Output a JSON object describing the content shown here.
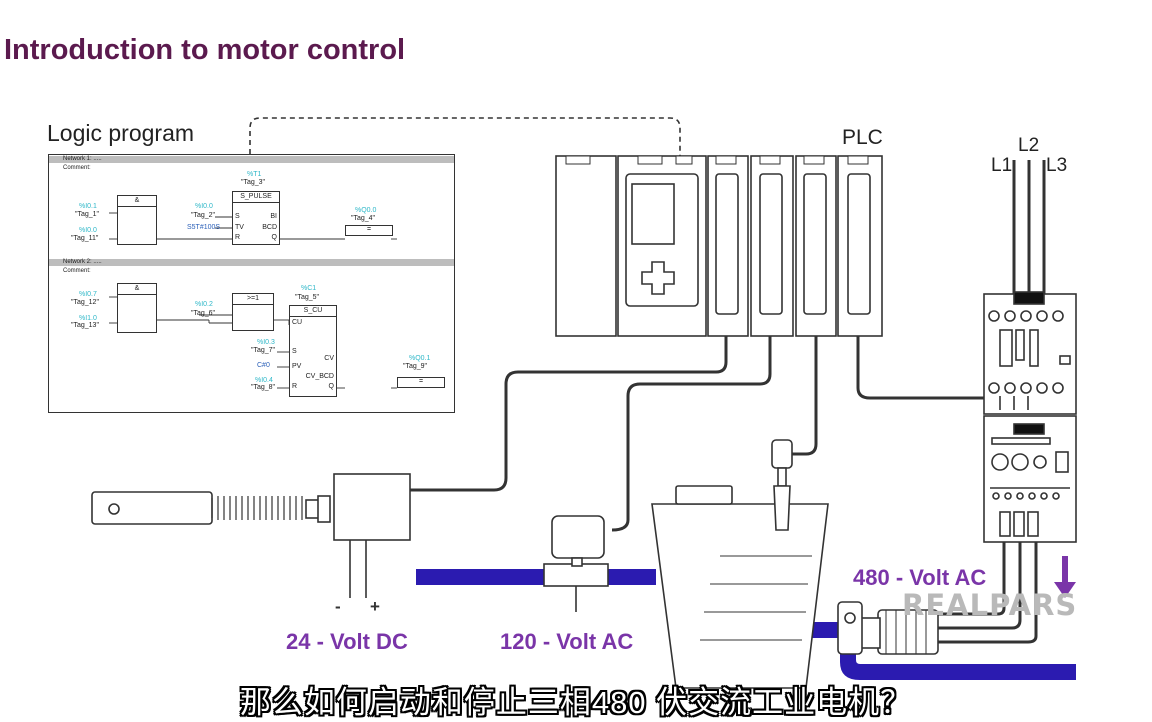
{
  "title": "Introduction to motor control",
  "logic_program_label": "Logic program",
  "plc_label": "PLC",
  "phases": {
    "l1": "L1",
    "l2": "L2",
    "l3": "L3"
  },
  "voltages": {
    "dc24": "24 - Volt DC",
    "ac120": "120 - Volt AC",
    "ac480": "480 - Volt AC"
  },
  "polarity": {
    "minus": "-",
    "plus": "+"
  },
  "subtitle": "那么如何启动和停止三相480 伏交流工业电机？",
  "watermark": "REALPARS",
  "colors": {
    "title": "#5b1a4e",
    "voltage": "#7a35a8",
    "pipe": "#2b1bb0",
    "address": "#2eb7c8"
  },
  "ladder": {
    "network1": {
      "header": "Network 1: .....",
      "comment": "Comment:",
      "and_block": "&",
      "in1_addr": "%I0.1",
      "in1_tag": "\"Tag_1\"",
      "in2_addr": "%I0.0",
      "in2_tag": "\"Tag_11\"",
      "timer_addr": "%T1",
      "timer_tag": "\"Tag_3\"",
      "timer_name": "S_PULSE",
      "timer_s_addr": "%I0.0",
      "timer_s_tag": "\"Tag_2\"",
      "timer_tv": "S5T#100S",
      "pin_s": "S",
      "pin_tv": "TV",
      "pin_r": "R",
      "pin_bi": "BI",
      "pin_bcd": "BCD",
      "pin_q": "Q",
      "out_addr": "%Q0.0",
      "out_tag": "\"Tag_4\"",
      "coil": "="
    },
    "network2": {
      "header": "Network 2: .....",
      "comment": "Comment:",
      "and_block": "&",
      "in1_addr": "%I0.7",
      "in1_tag": "\"Tag_12\"",
      "in2_addr": "%I1.0",
      "in2_tag": "\"Tag_13\"",
      "or_block": ">=1",
      "or_addr": "%I0.2",
      "or_tag": "\"Tag_6\"",
      "counter_addr": "%C1",
      "counter_tag": "\"Tag_5\"",
      "counter_name": "S_CU",
      "pin_cu": "CU",
      "pin_s": "S",
      "pin_pv": "PV",
      "pin_r": "R",
      "pin_cv": "CV",
      "pin_cvbcd": "CV_BCD",
      "pin_q": "Q",
      "s_addr": "%I0.3",
      "s_tag": "\"Tag_7\"",
      "pv_value": "C#0",
      "r_addr": "%I0.4",
      "r_tag": "\"Tag_8\"",
      "out_addr": "%Q0.1",
      "out_tag": "\"Tag_9\"",
      "coil": "="
    }
  }
}
